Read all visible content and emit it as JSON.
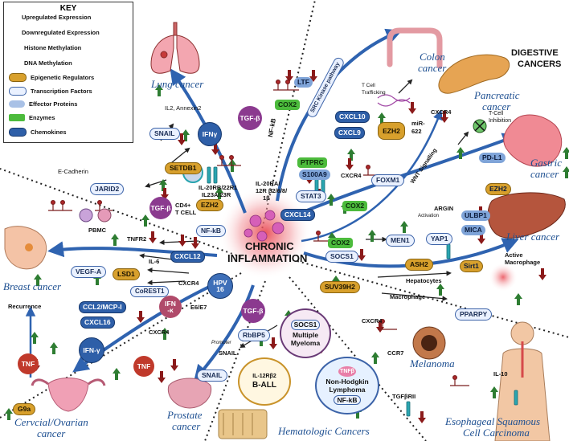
{
  "key": {
    "title": "KEY",
    "items": [
      {
        "label": "Upregulated Expression",
        "icon": "up-arrow-icon"
      },
      {
        "label": "Downregulated Expression",
        "icon": "down-arrow-icon"
      },
      {
        "label": "Histone Methylation",
        "icon": "histone-methylation-icon"
      },
      {
        "label": "DNA Methylation",
        "icon": "dna-methylation-icon"
      },
      {
        "label": "Epigenetic Regulators",
        "icon": "epigenetic-regulator-icon"
      },
      {
        "label": "Transcription Factors",
        "icon": "transcription-factor-icon"
      },
      {
        "label": "Effector Proteins",
        "icon": "effector-protein-icon"
      },
      {
        "label": "Enzymes",
        "icon": "enzyme-icon"
      },
      {
        "label": "Chemokines",
        "icon": "chemokine-icon"
      }
    ]
  },
  "colors": {
    "up": "#2e7d32",
    "down": "#8b1a1a",
    "chemokine": "#2e5fa8",
    "enzyme": "#4cbb3c",
    "regulator": "#d8a02c",
    "tf_border": "#3c63a8",
    "arrow": "#2f63b0",
    "cancer_text": "#1d4f91"
  },
  "center": {
    "line1": "CHRONIC",
    "line2": "INFLAMMATION"
  },
  "digestive": {
    "line1": "DIGESTIVE",
    "line2": "CANCERS"
  },
  "cancers": {
    "lung": "Lung cancer",
    "colon1": "Colon",
    "colon2": "cancer",
    "pancreatic1": "Pancreatic",
    "pancreatic2": "cancer",
    "gastric1": "Gastric",
    "gastric2": "cancer",
    "liver": "Liver cancer",
    "breast": "Breast cancer",
    "cervical1": "Cervcial/Ovarian",
    "cervical2": "cancer",
    "prostate1": "Prostate",
    "prostate2": "cancer",
    "hematologic": "Hematologic Cancers",
    "melanoma": "Melanoma",
    "esophageal1": "Esophageal Squamous",
    "esophageal2": "Cell Carcinoma"
  },
  "labels": {
    "il2": "IL2, Annexin2",
    "snail": "SNAIL",
    "ifng": "IFNγ",
    "tgfb": "TGF-β",
    "setdb1": "SETDB1",
    "jarid2": "JARID2",
    "ecadherin": "E-Cadherin",
    "cd4": "CD4+",
    "tcell": "T CELL",
    "il20rb": "IL-20RB/22R1",
    "il23": "IL23A/23R",
    "il20ra1": "IL-20RA/",
    "il20ra2": "12R β2/6/8/",
    "il20ra3": "1β",
    "ezh2": "EZH2",
    "nfkb": "NF-kB",
    "pbmc": "PBMC",
    "tnfr2": "TNFR2",
    "il6": "IL-6",
    "cxcl12": "CXCL12",
    "vegfa": "VEGF-A",
    "lsd1": "LSD1",
    "corest1": "CoREST1",
    "ccl2": "CCL2/MCP-I",
    "cxcl16": "CXCL16",
    "cxcr4": "CXCR4",
    "recurrence": "Recurrence",
    "tnf": "TNF",
    "g9a": "G9a",
    "hpv": "HPV",
    "hpv16": "16",
    "e6e7": "E6/E7",
    "ifnk": "IFN",
    "ifnk2": "-κ",
    "ifngm": "IFN-γ",
    "rbbp5": "RbBP5",
    "promoter": "Promoter",
    "ltf": "LTF",
    "cox2": "COX2",
    "src": "SRC Kinase",
    "srcpath": "pathway",
    "cxcl10": "CXCL10",
    "cxcl9": "CXCL9",
    "tcelltraf1": "T Cell",
    "tcelltraf2": "Trafficking",
    "mir622a": "miR-",
    "mir622b": "622",
    "ptprc": "PTPRC",
    "s100a9": "S100A9",
    "foxm1": "FOXM1",
    "wnt1": "WNT",
    "wnt2": "Signalling",
    "stat3": "STAT3",
    "cxcl14": "CXCL14",
    "pdl1": "PD-L1",
    "tcellinh1": "T-Cell",
    "tcellinh2": "Inhibition",
    "socs1": "SOCS1",
    "men1": "MEN1",
    "yap1": "YAP1",
    "argin": "ARGIN",
    "activation": "Activation",
    "ash2": "ASH2",
    "ulbp1": "ULBP1",
    "mica": "MICA",
    "suv39h2": "SUV39H2",
    "hepatocytes": "Hepatocytes",
    "macrophage": "Macrophage",
    "sirt1": "Sirt1",
    "actmac1": "Active",
    "actmac2": "Macrophage",
    "ppary": "PPARPY",
    "ccr7": "CCR7",
    "mm1": "Multiple",
    "mm2": "Myeloma",
    "il12": "IL-12Rβ2",
    "ball": "B-ALL",
    "tnfb": "TNFβ",
    "nhl1": "Non-Hodgkin",
    "nhl2": "Lymphoma",
    "tgfbrii": "TGFβRII",
    "il10": "IL-10"
  }
}
